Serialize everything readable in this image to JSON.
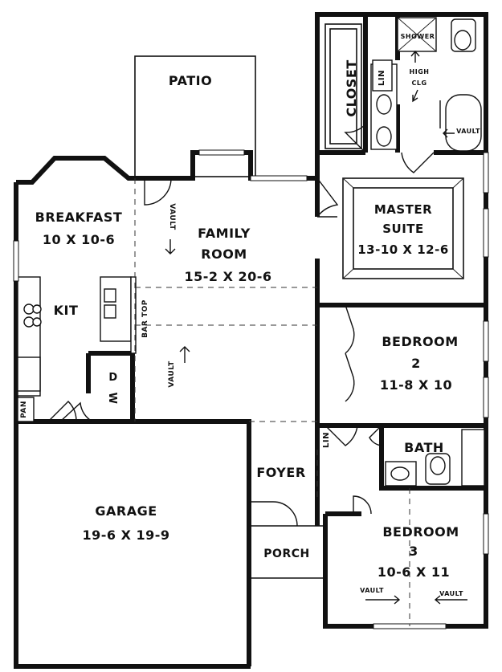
{
  "rooms": {
    "patio": "PATIO",
    "breakfast_name": "BREAKFAST",
    "breakfast_size": "10 X 10-6",
    "family_name_1": "FAMILY",
    "family_name_2": "ROOM",
    "family_size": "15-2 X 20-6",
    "master_name_1": "MASTER",
    "master_name_2": "SUITE",
    "master_size": "13-10 X 12-6",
    "closet": "CLOSET",
    "kit": "KIT",
    "bedroom2_name": "BEDROOM",
    "bedroom2_num": "2",
    "bedroom2_size": "11-8 X 10",
    "bath": "BATH",
    "foyer": "FOYER",
    "garage_name": "GARAGE",
    "garage_size": "19-6 X 19-9",
    "porch": "PORCH",
    "bedroom3_name": "BEDROOM",
    "bedroom3_num": "3",
    "bedroom3_size": "10-6 X 11"
  },
  "small_labels": {
    "shower": "SHOWER",
    "high": "HIGH",
    "clg": "CLG",
    "lin_master": "LIN",
    "lin_hall": "LIN",
    "vault_master_bath": "VAULT",
    "vault_family_top": "VAULT",
    "vault_family_bottom": "VAULT",
    "bar_top": "BAR TOP",
    "pan": "PAN",
    "washer": "W",
    "dryer": "D",
    "vault_bed3_left": "VAULT",
    "vault_bed3_right": "VAULT"
  }
}
